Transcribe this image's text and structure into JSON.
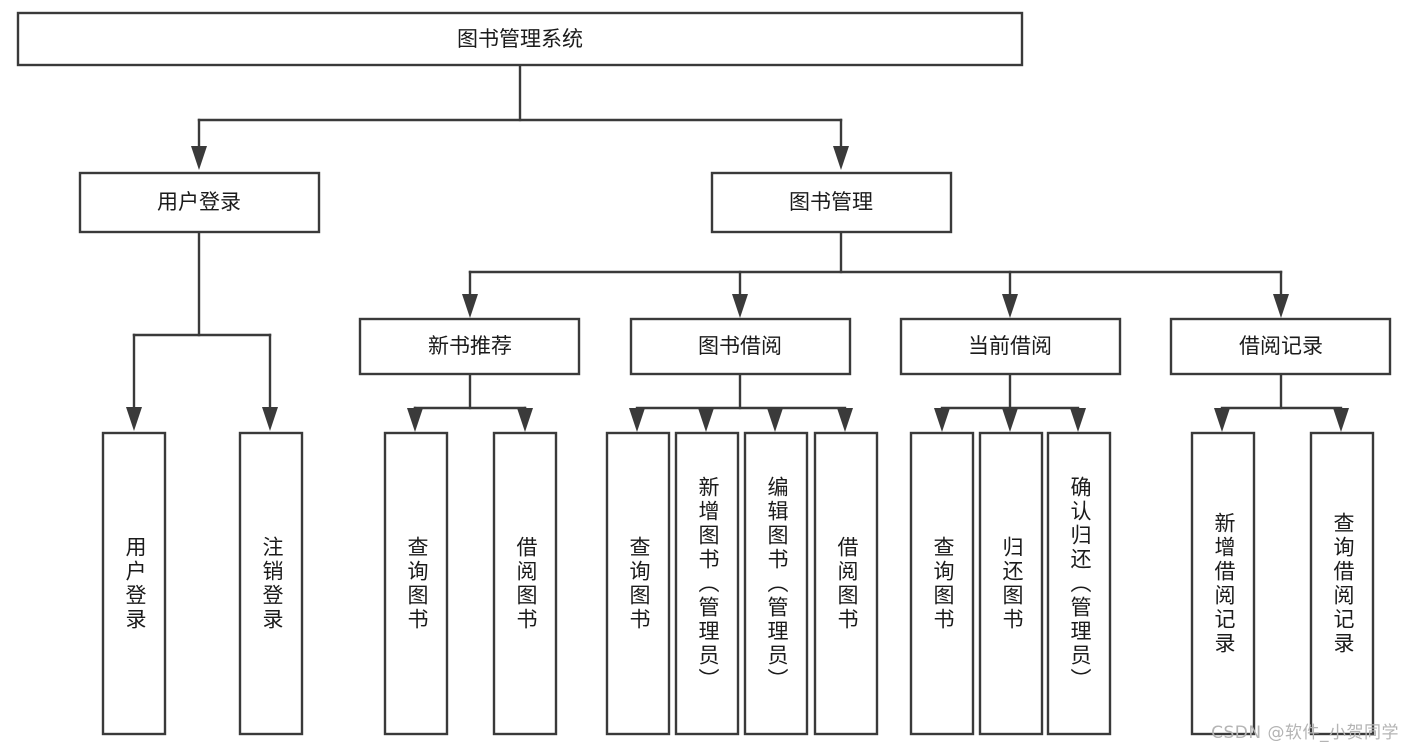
{
  "diagram": {
    "title": "图书管理系统",
    "watermark": "CSDN @软件_小贺同学",
    "colors": {
      "box_stroke": "#3a3a3a",
      "box_fill": "#ffffff",
      "text": "#1b1b1b",
      "background": "#ffffff",
      "watermark": "#b4b4b4"
    },
    "levels": {
      "root": "图书管理系统",
      "level2": [
        "用户登录",
        "图书管理"
      ],
      "level3": [
        "新书推荐",
        "图书借阅",
        "当前借阅",
        "借阅记录"
      ]
    },
    "nodes": {
      "root": {
        "label": "图书管理系统",
        "orientation": "horizontal"
      },
      "user_login": {
        "label": "用户登录",
        "orientation": "horizontal"
      },
      "book_manage": {
        "label": "图书管理",
        "orientation": "horizontal"
      },
      "new_book_rec": {
        "label": "新书推荐",
        "orientation": "horizontal"
      },
      "book_borrow": {
        "label": "图书借阅",
        "orientation": "horizontal"
      },
      "current_borrow": {
        "label": "当前借阅",
        "orientation": "horizontal"
      },
      "borrow_record": {
        "label": "借阅记录",
        "orientation": "horizontal"
      },
      "leaf_user_login": {
        "label": "用户登录",
        "orientation": "vertical"
      },
      "leaf_logout": {
        "label": "注销登录",
        "orientation": "vertical"
      },
      "leaf_query_book_1": {
        "label": "查询图书",
        "orientation": "vertical"
      },
      "leaf_borrow_book_1": {
        "label": "借阅图书",
        "orientation": "vertical"
      },
      "leaf_query_book_2": {
        "label": "查询图书",
        "orientation": "vertical"
      },
      "leaf_add_book": {
        "label": "新增图书（管理员）",
        "orientation": "vertical"
      },
      "leaf_edit_book": {
        "label": "编辑图书（管理员）",
        "orientation": "vertical"
      },
      "leaf_borrow_book_2": {
        "label": "借阅图书",
        "orientation": "vertical"
      },
      "leaf_query_book_3": {
        "label": "查询图书",
        "orientation": "vertical"
      },
      "leaf_return_book": {
        "label": "归还图书",
        "orientation": "vertical"
      },
      "leaf_confirm_return": {
        "label": "确认归还（管理员）",
        "orientation": "vertical"
      },
      "leaf_add_record": {
        "label": "新增借阅记录",
        "orientation": "vertical"
      },
      "leaf_query_record": {
        "label": "查询借阅记录",
        "orientation": "vertical"
      }
    },
    "tree": [
      {
        "label": "图书管理系统",
        "children": [
          {
            "label": "用户登录",
            "children": [
              {
                "label": "用户登录"
              },
              {
                "label": "注销登录"
              }
            ]
          },
          {
            "label": "图书管理",
            "children": [
              {
                "label": "新书推荐",
                "children": [
                  {
                    "label": "查询图书"
                  },
                  {
                    "label": "借阅图书"
                  }
                ]
              },
              {
                "label": "图书借阅",
                "children": [
                  {
                    "label": "查询图书"
                  },
                  {
                    "label": "新增图书（管理员）"
                  },
                  {
                    "label": "编辑图书（管理员）"
                  },
                  {
                    "label": "借阅图书"
                  }
                ]
              },
              {
                "label": "当前借阅",
                "children": [
                  {
                    "label": "查询图书"
                  },
                  {
                    "label": "归还图书"
                  },
                  {
                    "label": "确认归还（管理员）"
                  }
                ]
              },
              {
                "label": "借阅记录",
                "children": [
                  {
                    "label": "新增借阅记录"
                  },
                  {
                    "label": "查询借阅记录"
                  }
                ]
              }
            ]
          }
        ]
      }
    ]
  }
}
